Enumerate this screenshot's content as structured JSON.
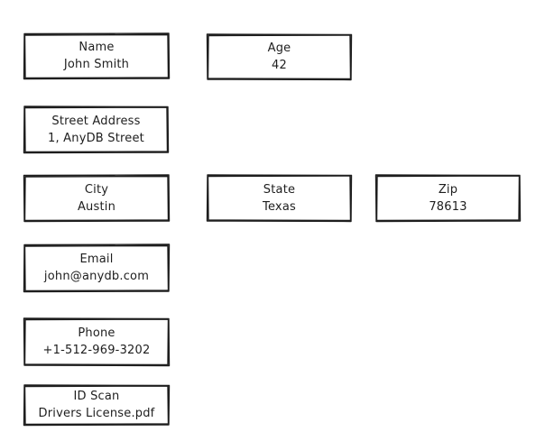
{
  "fields": {
    "name": {
      "label": "Name",
      "value": "John Smith"
    },
    "age": {
      "label": "Age",
      "value": "42"
    },
    "street": {
      "label": "Street Address",
      "value": "1, AnyDB Street"
    },
    "city": {
      "label": "City",
      "value": "Austin"
    },
    "state": {
      "label": "State",
      "value": "Texas"
    },
    "zip": {
      "label": "Zip",
      "value": "78613"
    },
    "email": {
      "label": "Email",
      "value": "john@anydb.com"
    },
    "phone": {
      "label": "Phone",
      "value": "+1-512-969-3202"
    },
    "id_scan": {
      "label": "ID Scan",
      "value": "Drivers License.pdf"
    }
  }
}
